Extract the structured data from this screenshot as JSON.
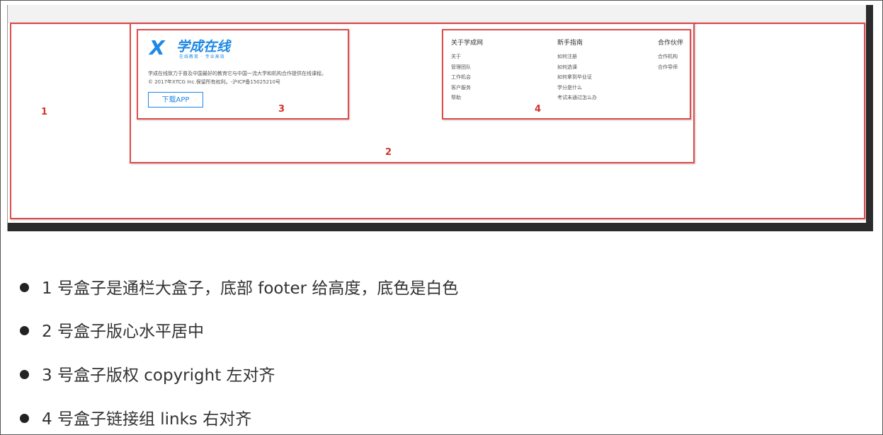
{
  "footer": {
    "logo": {
      "mark": "X",
      "name": "学成在线",
      "tagline": "在线教育 · 专业高效"
    },
    "description": "学成在线致力于普及中国最好的教育它与中国一流大学和机构合作提供在线课程。",
    "copyright": "© 2017年XTCG Inc.保留所有权利。-沪ICP备15025210号",
    "download_button": "下载APP",
    "columns": [
      {
        "title": "关于学成网",
        "links": [
          "关于",
          "管理团队",
          "工作机会",
          "客户服务",
          "帮助"
        ]
      },
      {
        "title": "新手指南",
        "links": [
          "如何注册",
          "如何选课",
          "如何拿到毕业证",
          "学分是什么",
          "考试未通过怎么办"
        ]
      },
      {
        "title": "合作伙伴",
        "links": [
          "合作机构",
          "合作导师"
        ]
      }
    ]
  },
  "annotations": {
    "n1": "1",
    "n2": "2",
    "n3": "3",
    "n4": "4"
  },
  "annotation_color": "#e04a4a",
  "brand_color": "#1e88e5",
  "bullets": [
    "1 号盒子是通栏大盒子，底部 footer 给高度，底色是白色",
    "2 号盒子版心水平居中",
    "3 号盒子版权 copyright  左对齐",
    "4 号盒子链接组 links  右对齐"
  ]
}
